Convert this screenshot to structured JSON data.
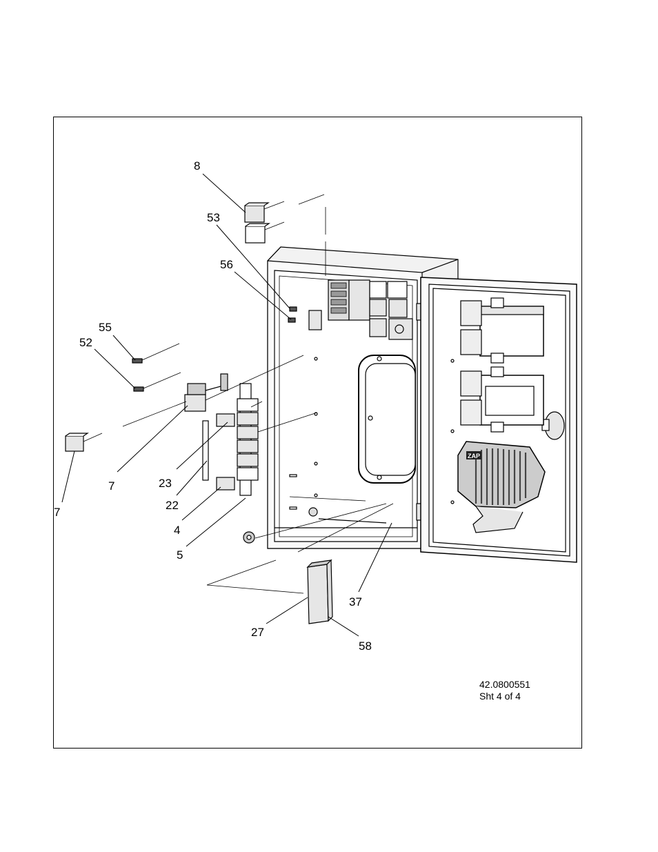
{
  "callouts": [
    "8",
    "53",
    "56",
    "55",
    "52",
    "7",
    "7",
    "23",
    "22",
    "4",
    "5",
    "37",
    "27",
    "58"
  ],
  "doc": {
    "number": "42.0800551",
    "sheet": "Sht 4 of 4"
  },
  "logo_text": "ZAP",
  "colors": {
    "line": "#000000",
    "paper": "#ffffff",
    "shade": "#e6e6e6",
    "dark": "#555555"
  }
}
